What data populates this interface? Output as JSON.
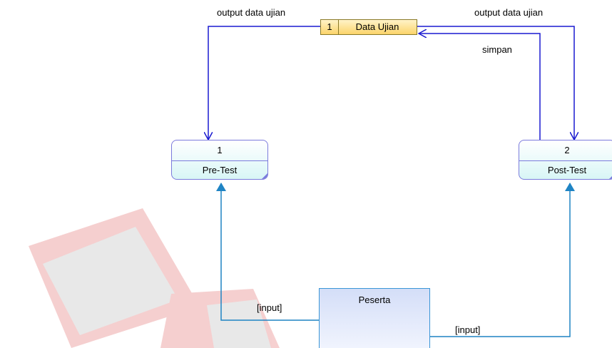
{
  "data_store": {
    "number": "1",
    "name": "Data Ujian"
  },
  "processes": [
    {
      "number": "1",
      "name": "Pre-Test"
    },
    {
      "number": "2",
      "name": "Post-Test"
    }
  ],
  "external_entity": {
    "name": "Peserta"
  },
  "flows": {
    "store_to_pretest": "output data ujian",
    "store_to_posttest": "output data ujian",
    "posttest_to_store": "simpan",
    "peserta_to_pretest": "[input]",
    "peserta_to_posttest": "[input]"
  },
  "colors": {
    "store_flow": "#1a1ad0",
    "input_flow": "#1f84c4",
    "watermark": "#d42a2a"
  }
}
